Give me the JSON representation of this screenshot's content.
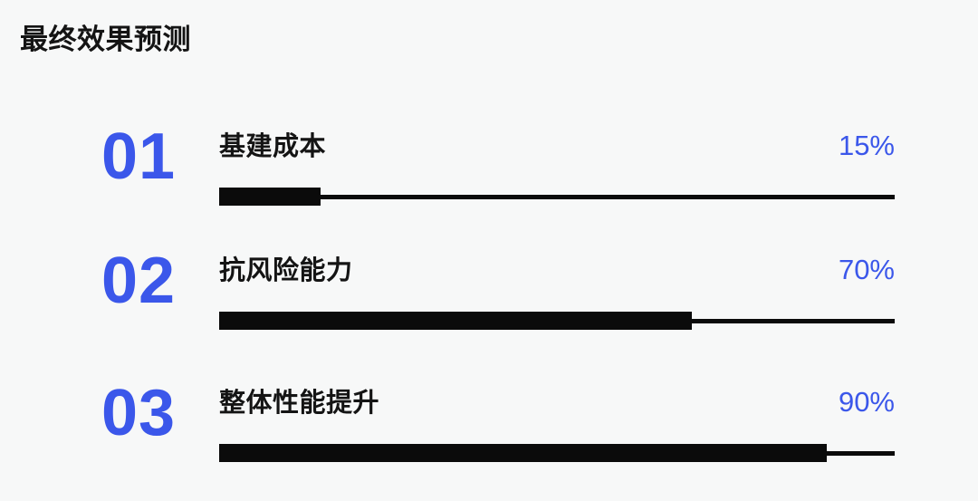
{
  "theme": {
    "background": "#f7f8f8",
    "accent_blue": "#3b57ea",
    "text_black": "#141414",
    "bar_black": "#0b0b0b"
  },
  "title": "最终效果预测",
  "rows": [
    {
      "index": "01",
      "label": "基建成本",
      "value": 15,
      "percent_label": "15%"
    },
    {
      "index": "02",
      "label": "抗风险能力",
      "value": 70,
      "percent_label": "70%"
    },
    {
      "index": "03",
      "label": "整体性能提升",
      "value": 90,
      "percent_label": "90%"
    }
  ],
  "chart_data": {
    "type": "bar",
    "orientation": "horizontal",
    "title": "最终效果预测",
    "categories": [
      "基建成本",
      "抗风险能力",
      "整体性能提升"
    ],
    "values": [
      15,
      70,
      90
    ],
    "value_labels": [
      "15%",
      "70%",
      "90%"
    ],
    "index_labels": [
      "01",
      "02",
      "03"
    ],
    "xlim": [
      0,
      100
    ],
    "grid": false,
    "legend": false,
    "bar_color": "#0b0b0b",
    "track_style": "thin-black-line",
    "value_label_color": "#3b57ea",
    "index_label_color": "#3b57ea",
    "category_label_color": "#141414"
  }
}
